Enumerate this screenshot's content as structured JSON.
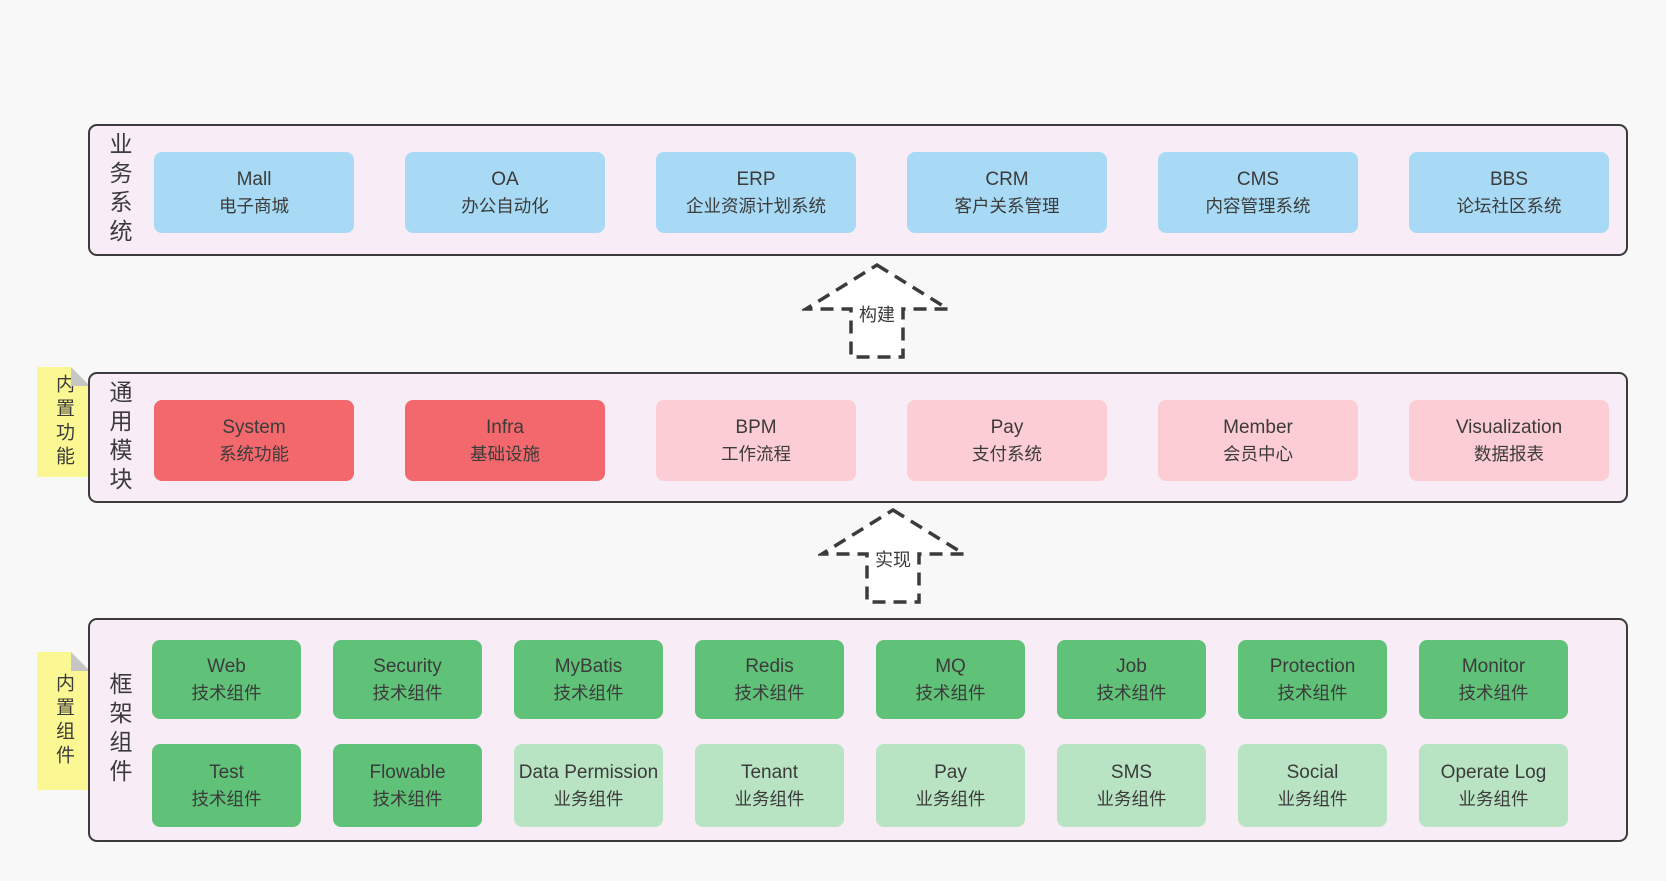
{
  "colors": {
    "page-bg": "#f8f8f8",
    "layer-bg": "#f8edf6",
    "layer-border": "#3b3b3b",
    "text": "#3b3b3b",
    "blue": "#a8daf5",
    "red": "#f2686d",
    "pink": "#fccdd5",
    "green": "#60c278",
    "lightgreen": "#b9e4c3",
    "yellow": "#fbf893",
    "fold-gray": "#c6c6c6",
    "arrow-white": "#ffffff"
  },
  "arrows": [
    {
      "label": "构建"
    },
    {
      "label": "实现"
    }
  ],
  "layers": {
    "business": {
      "side_label": "业务系统",
      "boxes": [
        {
          "title": "Mall",
          "subtitle": "电子商城",
          "color": "blue"
        },
        {
          "title": "OA",
          "subtitle": "办公自动化",
          "color": "blue"
        },
        {
          "title": "ERP",
          "subtitle": "企业资源计划系统",
          "color": "blue"
        },
        {
          "title": "CRM",
          "subtitle": "客户关系管理",
          "color": "blue"
        },
        {
          "title": "CMS",
          "subtitle": "内容管理系统",
          "color": "blue"
        },
        {
          "title": "BBS",
          "subtitle": "论坛社区系统",
          "color": "blue"
        }
      ]
    },
    "modules": {
      "side_label": "通用模块",
      "note_label": "内置功能",
      "boxes": [
        {
          "title": "System",
          "subtitle": "系统功能",
          "color": "red"
        },
        {
          "title": "Infra",
          "subtitle": "基础设施",
          "color": "red"
        },
        {
          "title": "BPM",
          "subtitle": "工作流程",
          "color": "pink"
        },
        {
          "title": "Pay",
          "subtitle": "支付系统",
          "color": "pink"
        },
        {
          "title": "Member",
          "subtitle": "会员中心",
          "color": "pink"
        },
        {
          "title": "Visualization",
          "subtitle": "数据报表",
          "color": "pink"
        }
      ]
    },
    "components": {
      "side_label": "框架组件",
      "note_label": "内置组件",
      "row1": [
        {
          "title": "Web",
          "subtitle": "技术组件",
          "color": "green"
        },
        {
          "title": "Security",
          "subtitle": "技术组件",
          "color": "green"
        },
        {
          "title": "MyBatis",
          "subtitle": "技术组件",
          "color": "green"
        },
        {
          "title": "Redis",
          "subtitle": "技术组件",
          "color": "green"
        },
        {
          "title": "MQ",
          "subtitle": "技术组件",
          "color": "green"
        },
        {
          "title": "Job",
          "subtitle": "技术组件",
          "color": "green"
        },
        {
          "title": "Protection",
          "subtitle": "技术组件",
          "color": "green"
        },
        {
          "title": "Monitor",
          "subtitle": "技术组件",
          "color": "green"
        }
      ],
      "row2": [
        {
          "title": "Test",
          "subtitle": "技术组件",
          "color": "green"
        },
        {
          "title": "Flowable",
          "subtitle": "技术组件",
          "color": "green"
        },
        {
          "title": "Data Permission",
          "subtitle": "业务组件",
          "color": "lightgreen"
        },
        {
          "title": "Tenant",
          "subtitle": "业务组件",
          "color": "lightgreen"
        },
        {
          "title": "Pay",
          "subtitle": "业务组件",
          "color": "lightgreen"
        },
        {
          "title": "SMS",
          "subtitle": "业务组件",
          "color": "lightgreen"
        },
        {
          "title": "Social",
          "subtitle": "业务组件",
          "color": "lightgreen"
        },
        {
          "title": "Operate Log",
          "subtitle": "业务组件",
          "color": "lightgreen"
        }
      ]
    }
  }
}
